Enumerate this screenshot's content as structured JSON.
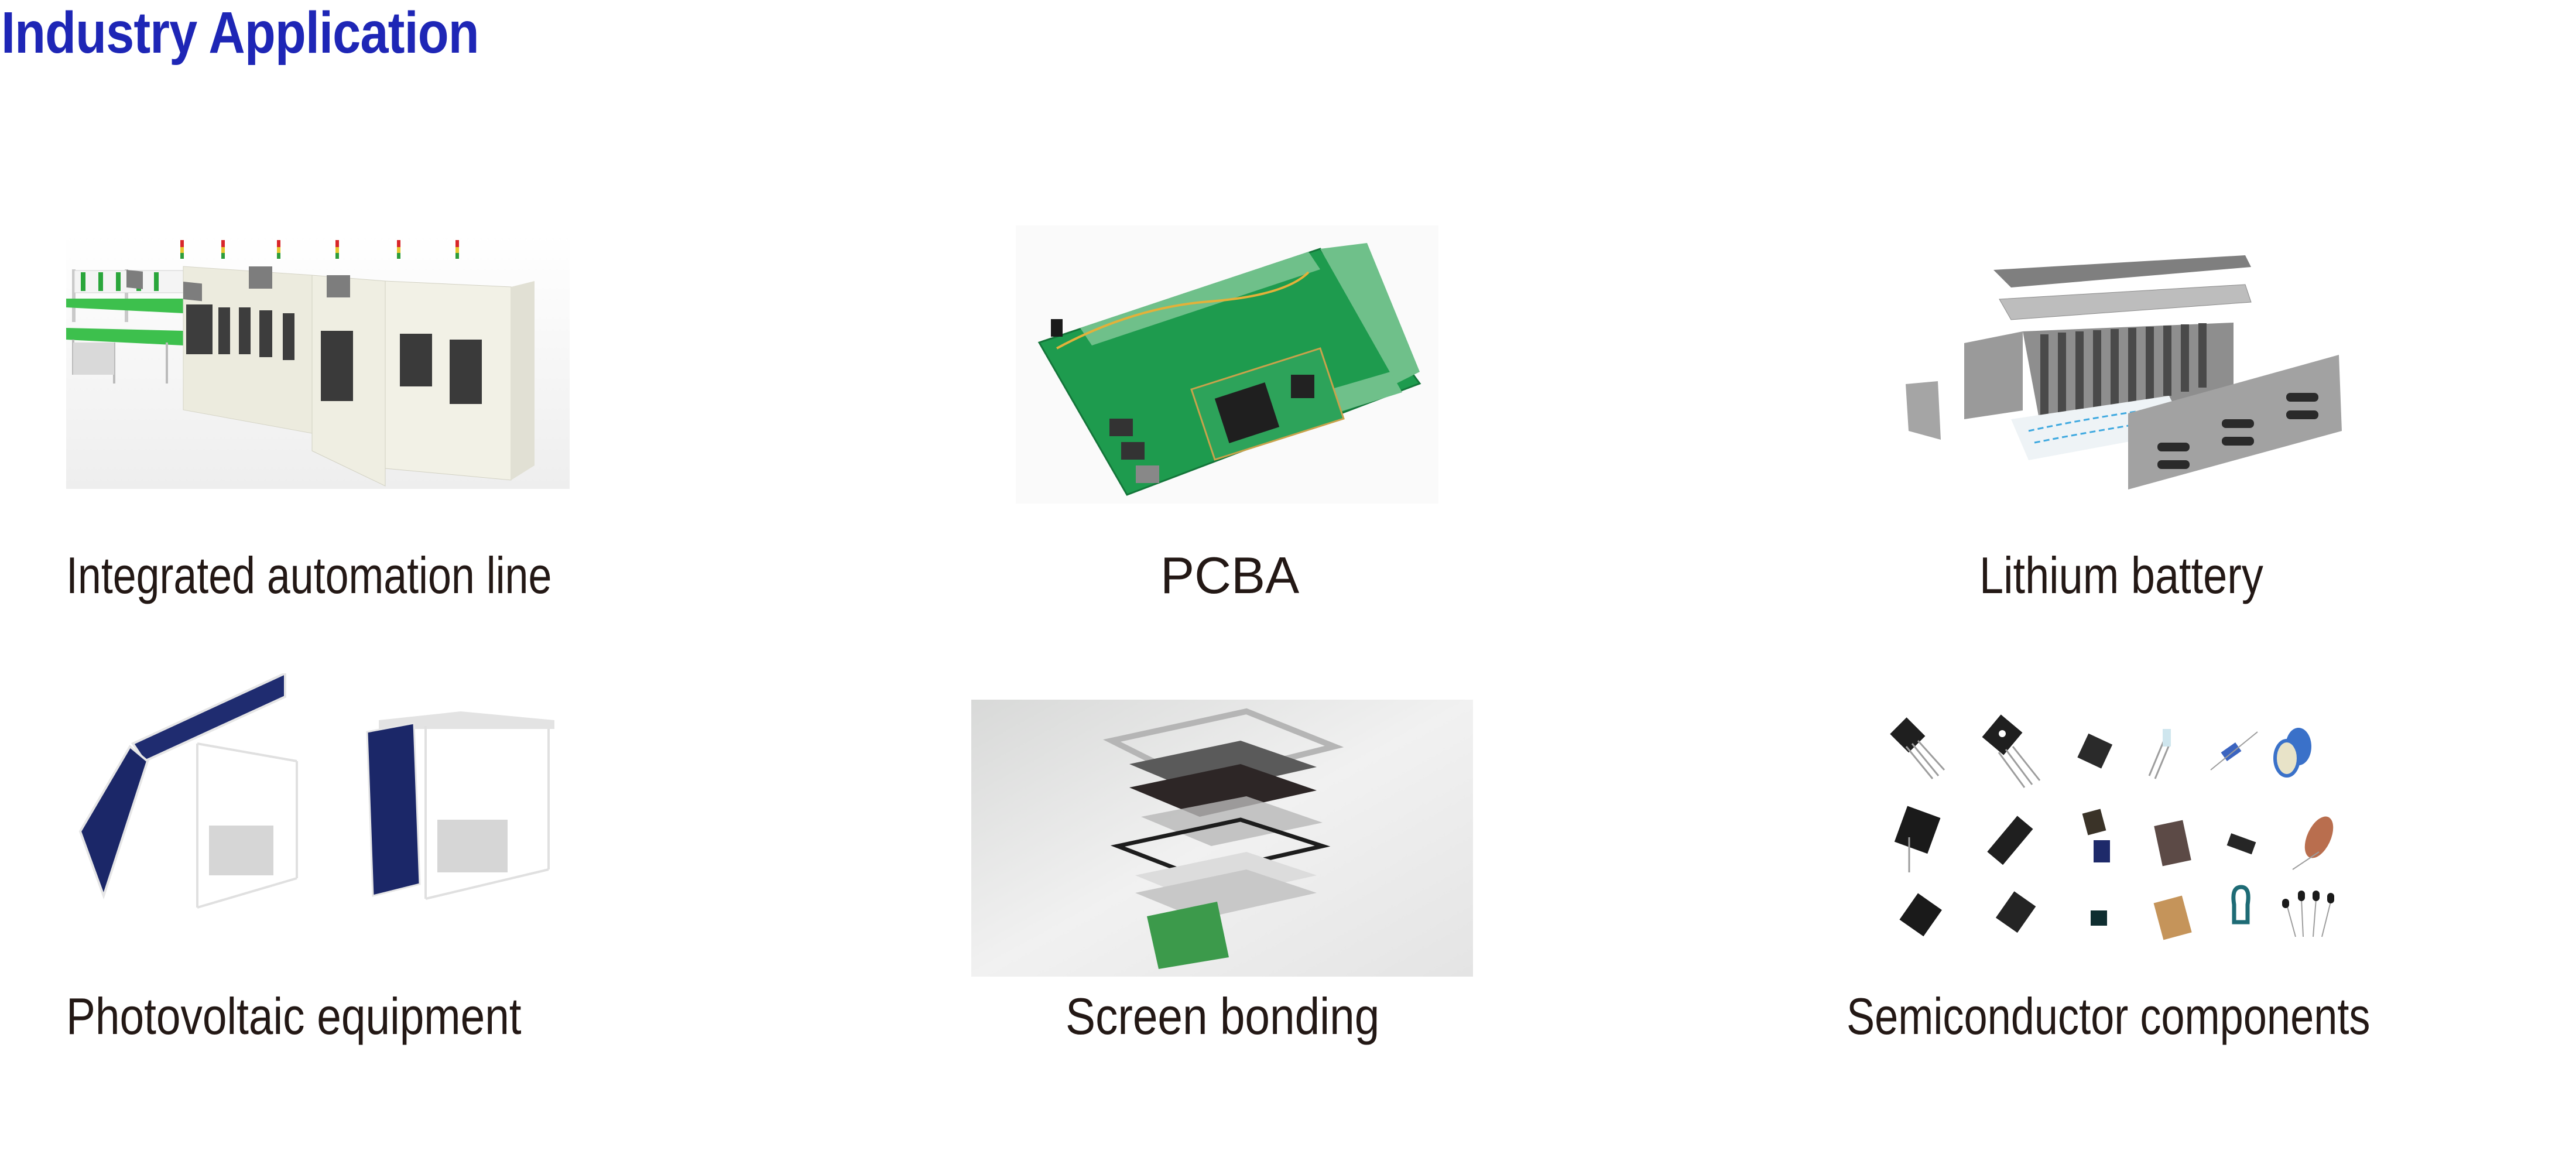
{
  "page": {
    "title": "Industry Application",
    "title_color": "#1e26b6",
    "caption_color": "#231815"
  },
  "items": [
    {
      "label": "Integrated automation line",
      "image_icon": "automation-line-image"
    },
    {
      "label": "PCBA",
      "image_icon": "pcba-board-image"
    },
    {
      "label": "Lithium battery",
      "image_icon": "lithium-battery-pack-image"
    },
    {
      "label": "Photovoltaic equipment",
      "image_icon": "solar-panel-rack-image"
    },
    {
      "label": "Screen bonding",
      "image_icon": "screen-layer-stack-image"
    },
    {
      "label": "Semiconductor components",
      "image_icon": "electronic-components-grid-image"
    }
  ]
}
